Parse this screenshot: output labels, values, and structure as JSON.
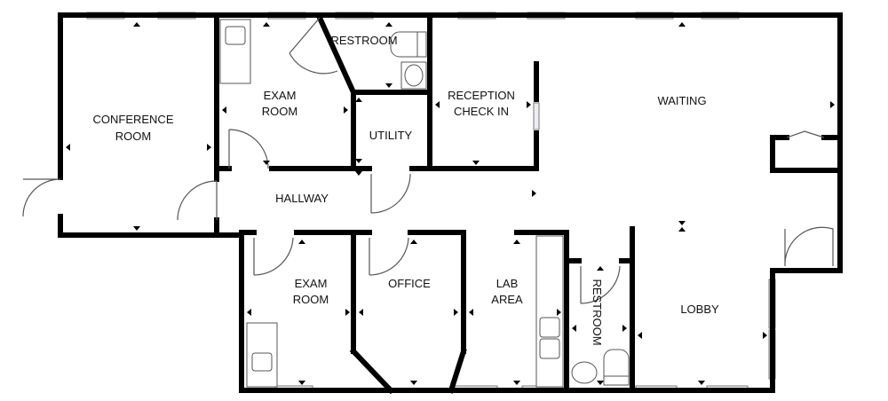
{
  "rooms": {
    "conference": [
      "CONFERENCE",
      "ROOM"
    ],
    "exam_top": [
      "EXAM",
      "ROOM"
    ],
    "restroom_top": "RESTROOM",
    "utility": "UTILITY",
    "reception": [
      "RECEPTION",
      "CHECK IN"
    ],
    "waiting": "WAITING",
    "hallway": "HALLWAY",
    "exam_bottom": [
      "EXAM",
      "ROOM"
    ],
    "office": "OFFICE",
    "lab": [
      "LAB",
      "AREA"
    ],
    "restroom_right": "RESTROOM",
    "lobby": "LOBBY"
  },
  "colors": {
    "wall": "#000000",
    "window": "#cfd8dc",
    "fixture": "#555555"
  }
}
